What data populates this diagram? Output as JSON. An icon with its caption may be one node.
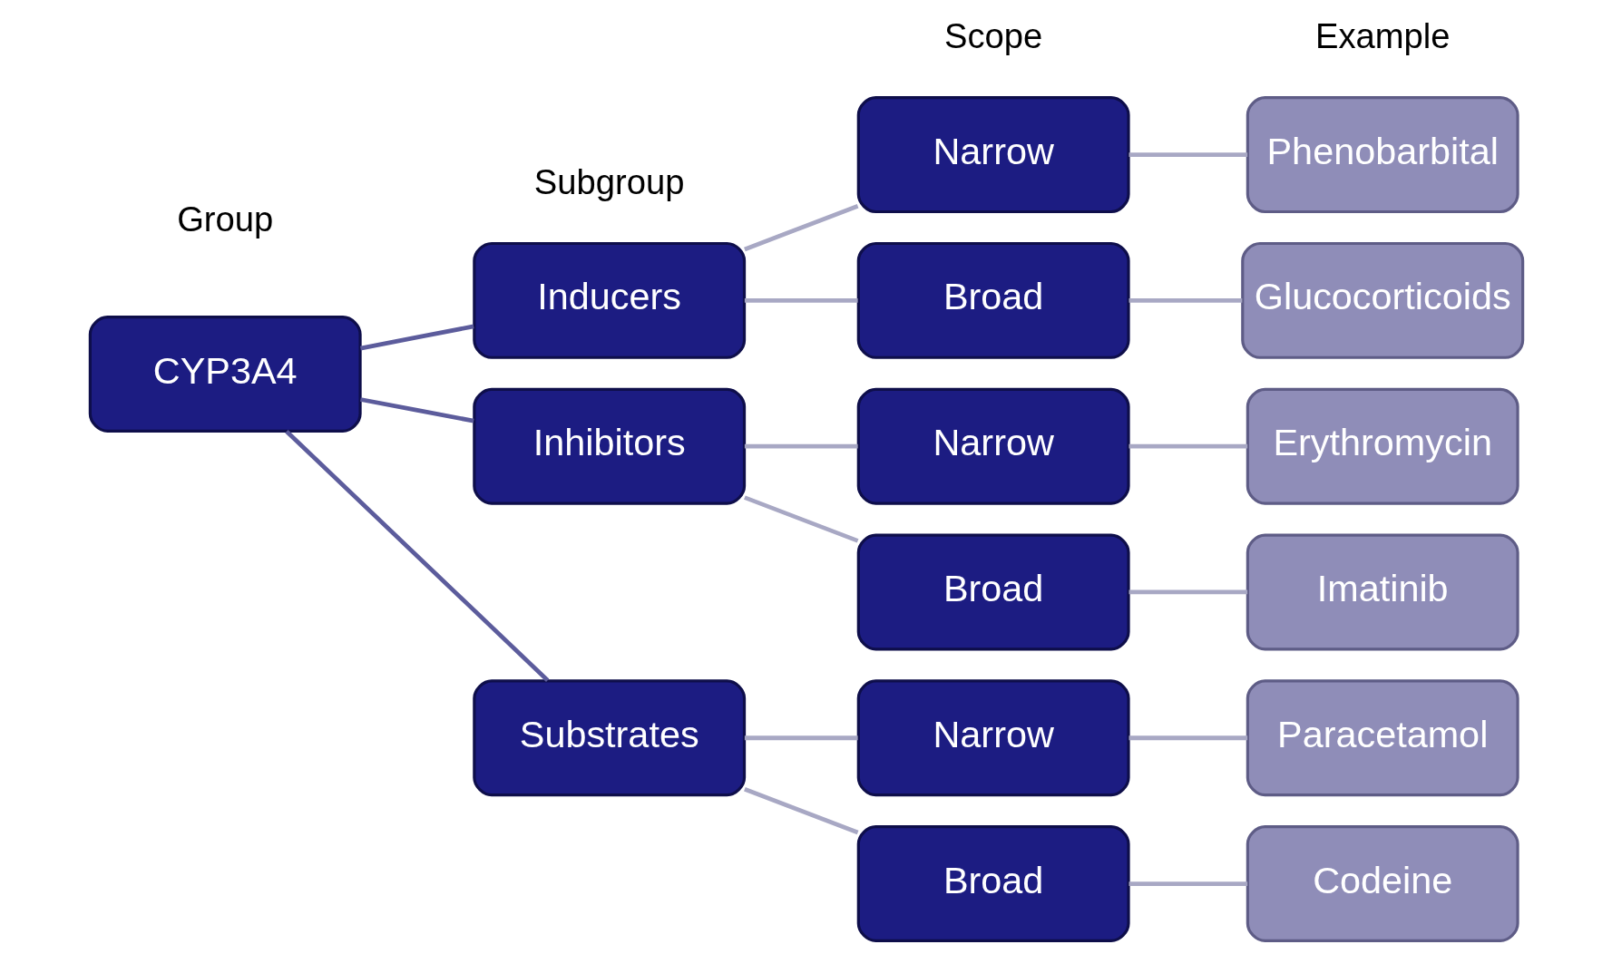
{
  "diagram": {
    "nodes": [
      {
        "text": [
          "CYP3A4"
        ]
      },
      {
        "text": [
          "Inducers"
        ]
      },
      {
        "text": [
          "Inhibitors"
        ]
      },
      {
        "text": [
          "Substrates"
        ]
      },
      {
        "text": [
          "Narrow"
        ]
      },
      {
        "text": [
          "Broad"
        ]
      },
      {
        "text": [
          "Narrow"
        ]
      },
      {
        "text": [
          "Broad"
        ]
      },
      {
        "text": [
          "Narrow"
        ]
      },
      {
        "text": [
          "Broad"
        ]
      },
      {
        "text": [
          "Phenobarbital"
        ]
      },
      {
        "text": [
          "Glucocorticoids"
        ]
      },
      {
        "text": [
          "Erythromycin"
        ]
      },
      {
        "text": [
          "Imatinib"
        ]
      },
      {
        "text": [
          "Paracetamol"
        ]
      },
      {
        "text": [
          "Codeine"
        ]
      }
    ],
    "edges": [
      {
        "from": 0,
        "to": 1,
        "arrow": "none",
        "color": "#5c5c9c"
      },
      {
        "from": 0,
        "to": 2,
        "arrow": "none",
        "color": "#5c5c9c"
      },
      {
        "from": 0,
        "to": 3,
        "arrow": "none",
        "color": "#5c5c9c"
      },
      {
        "from": 1,
        "to": 4,
        "arrow": "none"
      },
      {
        "from": 1,
        "to": 5,
        "arrow": "none"
      },
      {
        "from": 2,
        "to": 6,
        "arrow": "none"
      },
      {
        "from": 2,
        "to": 7,
        "arrow": "none"
      },
      {
        "from": 3,
        "to": 8,
        "arrow": "none"
      },
      {
        "from": 3,
        "to": 9,
        "arrow": "none"
      },
      {
        "from": 4,
        "to": 10,
        "arrow": "none"
      },
      {
        "from": 5,
        "to": 11,
        "arrow": "none"
      },
      {
        "from": 6,
        "to": 12,
        "arrow": "none"
      },
      {
        "from": 7,
        "to": 13,
        "arrow": "none"
      },
      {
        "from": 8,
        "to": 14,
        "arrow": "none"
      },
      {
        "from": 9,
        "to": 15,
        "arrow": "none"
      }
    ],
    "labels": [
      "Group",
      "Subgroup",
      "Scope",
      "Example"
    ]
  }
}
